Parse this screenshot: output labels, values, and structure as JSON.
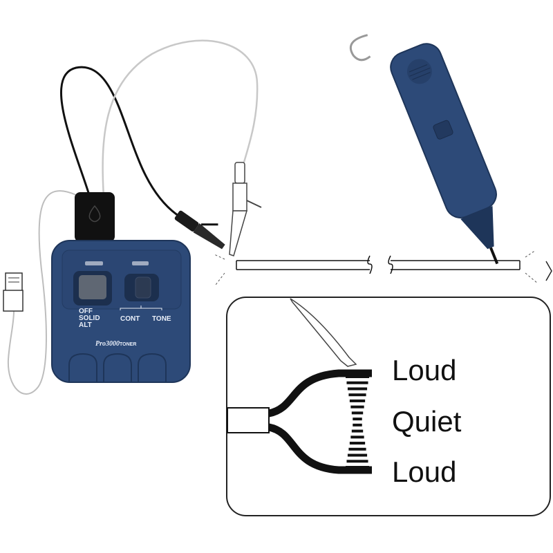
{
  "toner": {
    "mode_labels": [
      "OFF",
      "SOLID",
      "ALT"
    ],
    "switch_left": "CONT",
    "switch_right": "TONE",
    "brand": "Pro3000",
    "brand_suffix": "TONER"
  },
  "inset": {
    "labels": [
      "Loud",
      "Quiet",
      "Loud"
    ]
  },
  "colors": {
    "device_body": "#2d4a78",
    "device_edge": "#1e3559",
    "frame": "#222222"
  }
}
